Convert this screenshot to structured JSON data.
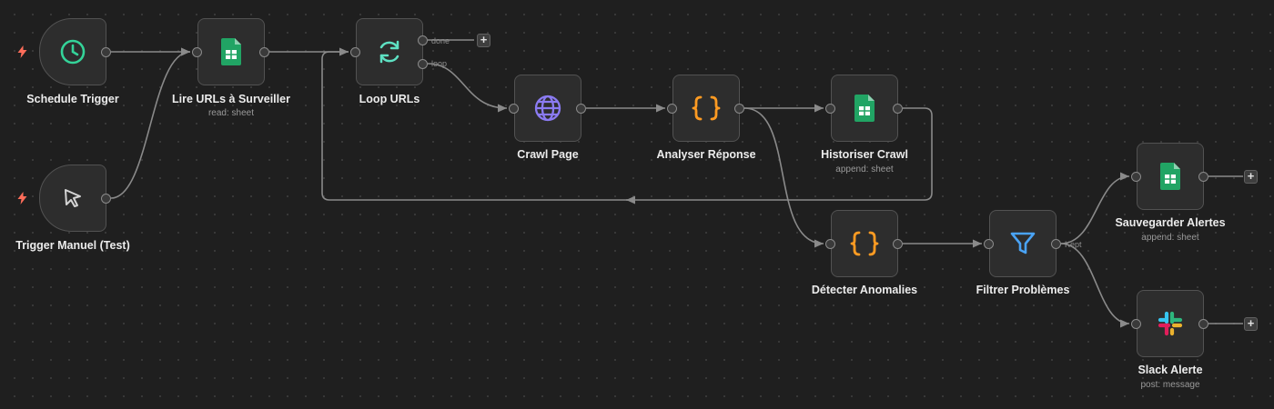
{
  "nodes": [
    {
      "id": "schedule",
      "label": "Schedule Trigger",
      "subtitle": "",
      "icon": "clock-icon"
    },
    {
      "id": "manual",
      "label": "Trigger Manuel (Test)",
      "subtitle": "",
      "icon": "cursor-icon"
    },
    {
      "id": "lire",
      "label": "Lire URLs à Surveiller",
      "subtitle": "read: sheet",
      "icon": "google-sheets-icon"
    },
    {
      "id": "loop",
      "label": "Loop URLs",
      "subtitle": "",
      "icon": "loop-icon"
    },
    {
      "id": "crawl",
      "label": "Crawl Page",
      "subtitle": "",
      "icon": "globe-icon"
    },
    {
      "id": "analyser",
      "label": "Analyser Réponse",
      "subtitle": "",
      "icon": "code-braces-icon"
    },
    {
      "id": "historiser",
      "label": "Historiser Crawl",
      "subtitle": "append: sheet",
      "icon": "google-sheets-icon"
    },
    {
      "id": "detecter",
      "label": "Détecter Anomalies",
      "subtitle": "",
      "icon": "code-braces-icon"
    },
    {
      "id": "filtrer",
      "label": "Filtrer Problèmes",
      "subtitle": "",
      "icon": "filter-icon"
    },
    {
      "id": "sauvegarder",
      "label": "Sauvegarder Alertes",
      "subtitle": "append: sheet",
      "icon": "google-sheets-icon"
    },
    {
      "id": "slack",
      "label": "Slack Alerte",
      "subtitle": "post: message",
      "icon": "slack-icon"
    }
  ],
  "output_labels": {
    "loop_done": "done",
    "loop_loop": "loop",
    "filter_kept": "Kept"
  },
  "add_button": "+",
  "colors": {
    "canvas": "#1f1f1f",
    "node_bg": "#2d2d2d",
    "node_border": "#525252",
    "wire": "#8a8a8a",
    "trigger_bolt": "#ff6d5a",
    "sheets_green": "#21a464",
    "code_orange": "#ff9b22",
    "globe_purple": "#8b7bf2",
    "filter_blue": "#4aa3f5",
    "clock_teal": "#34d399",
    "loop_teal": "#5ee1c3"
  }
}
